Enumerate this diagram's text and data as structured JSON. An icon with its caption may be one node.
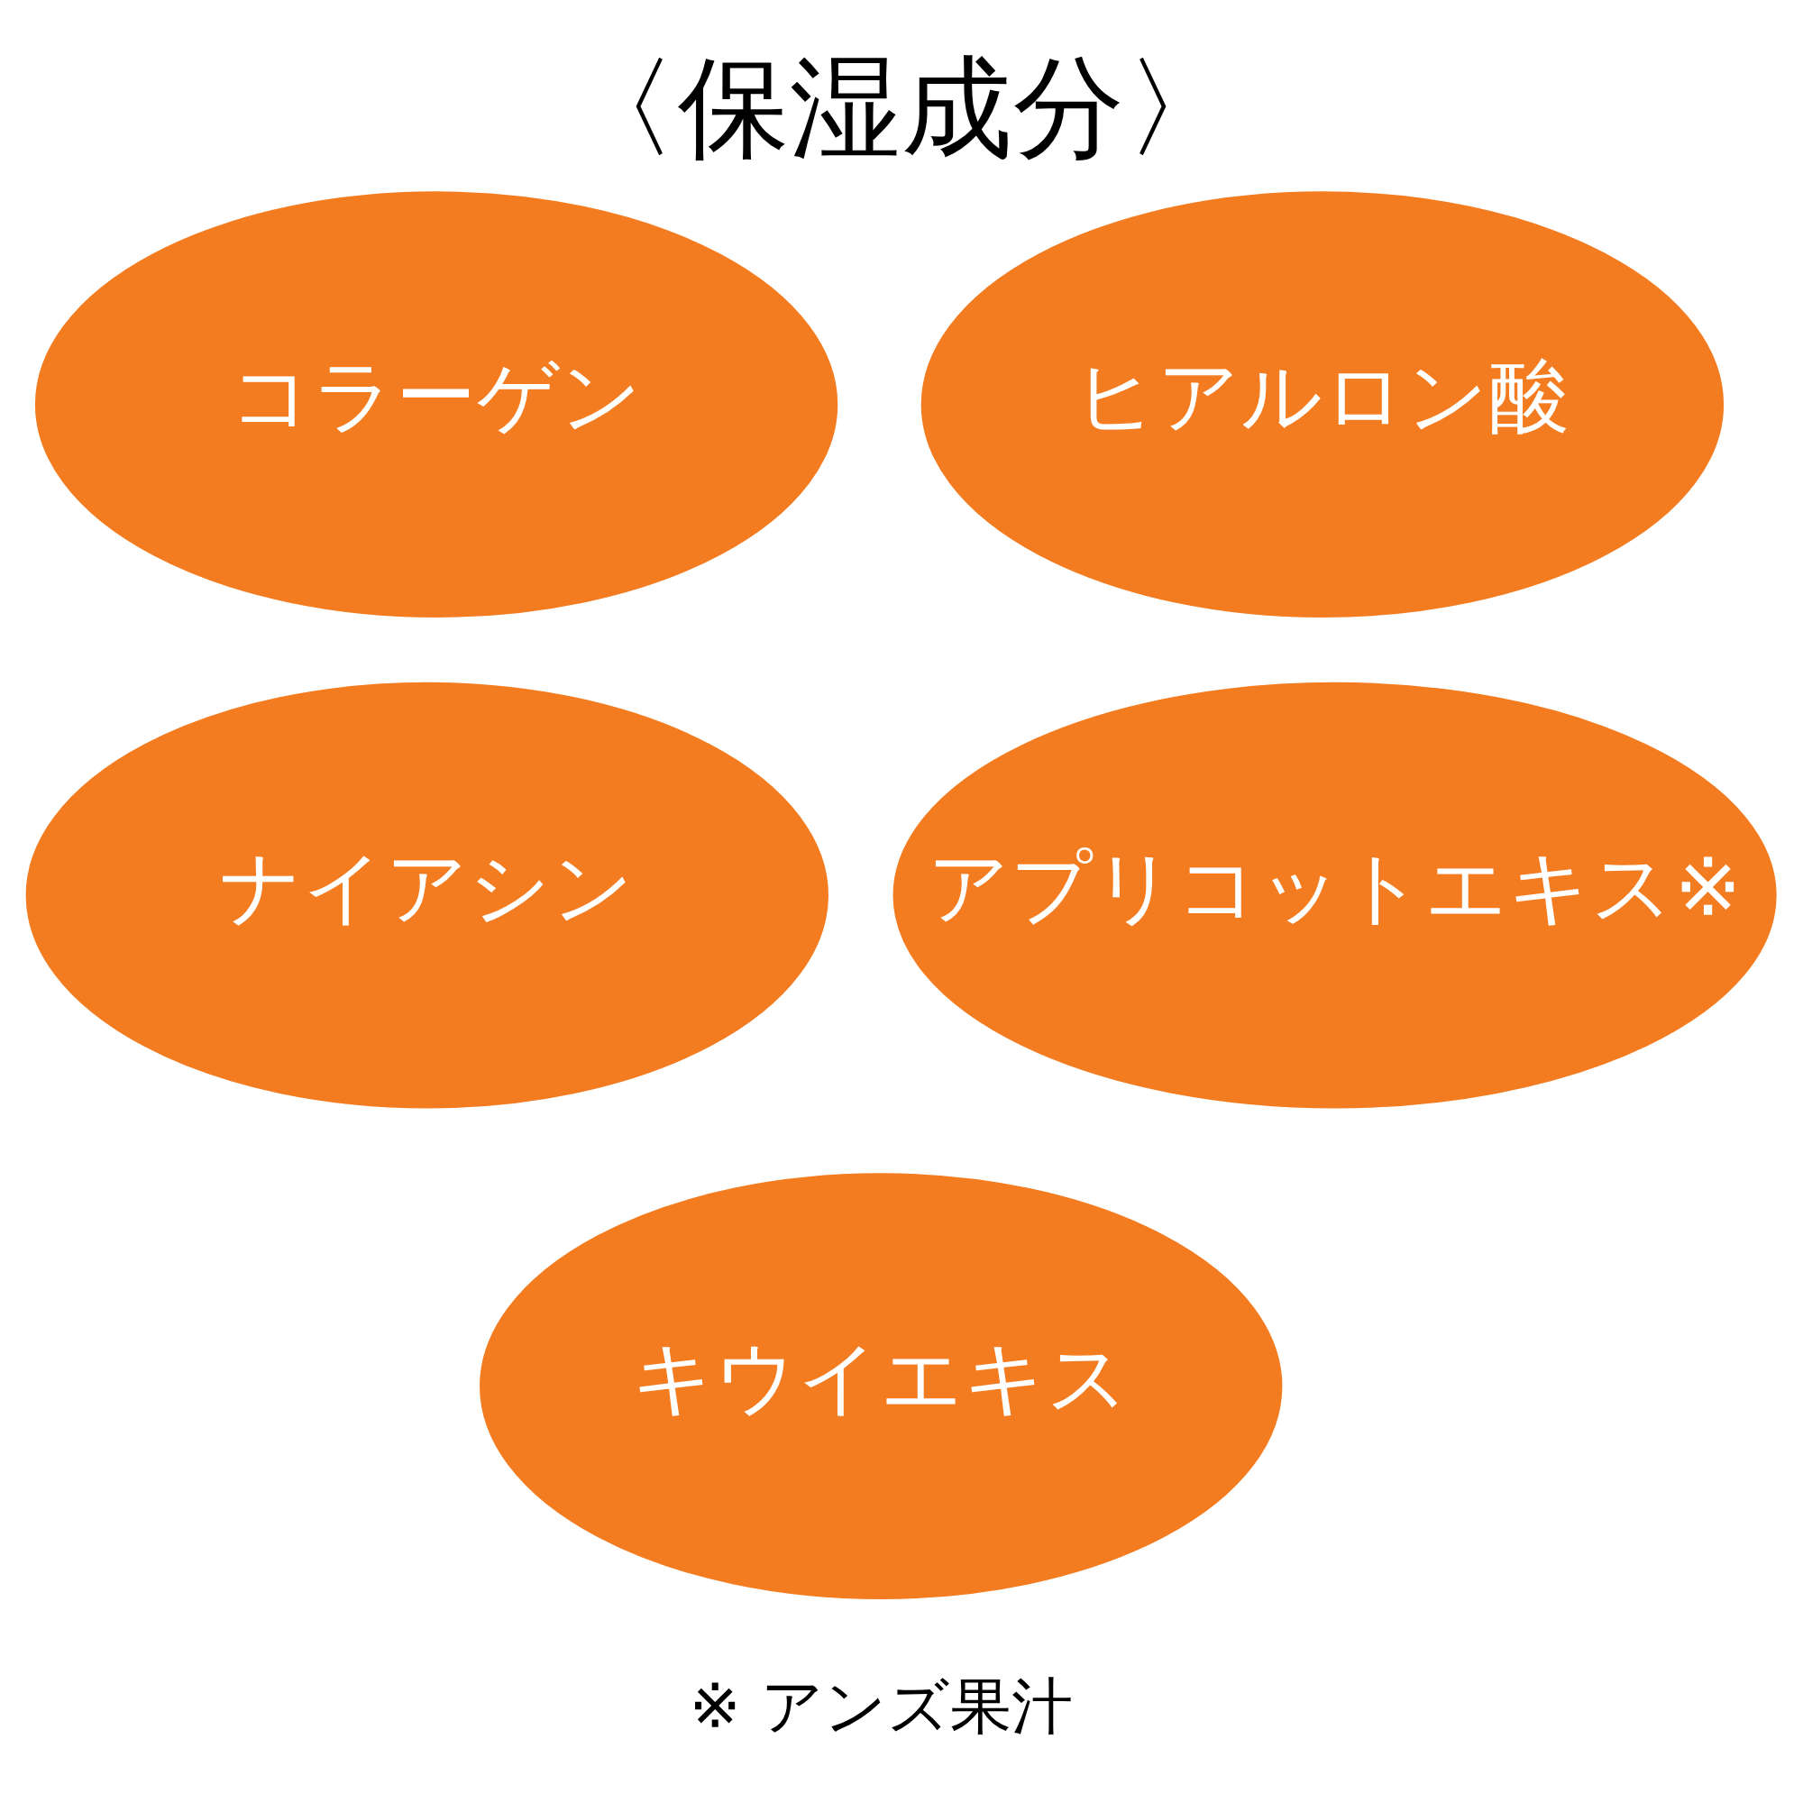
{
  "diagram": {
    "title": "〈保湿成分〉",
    "nodes": [
      {
        "text": [
          "コラーゲン"
        ]
      },
      {
        "text": [
          "ヒアルロン酸"
        ]
      },
      {
        "text": [
          "ナイアシン"
        ]
      },
      {
        "text": [
          "アプリコットエキス※"
        ]
      },
      {
        "text": [
          "キウイエキス"
        ]
      }
    ],
    "labels": [
      "※ アンズ果汁"
    ]
  }
}
